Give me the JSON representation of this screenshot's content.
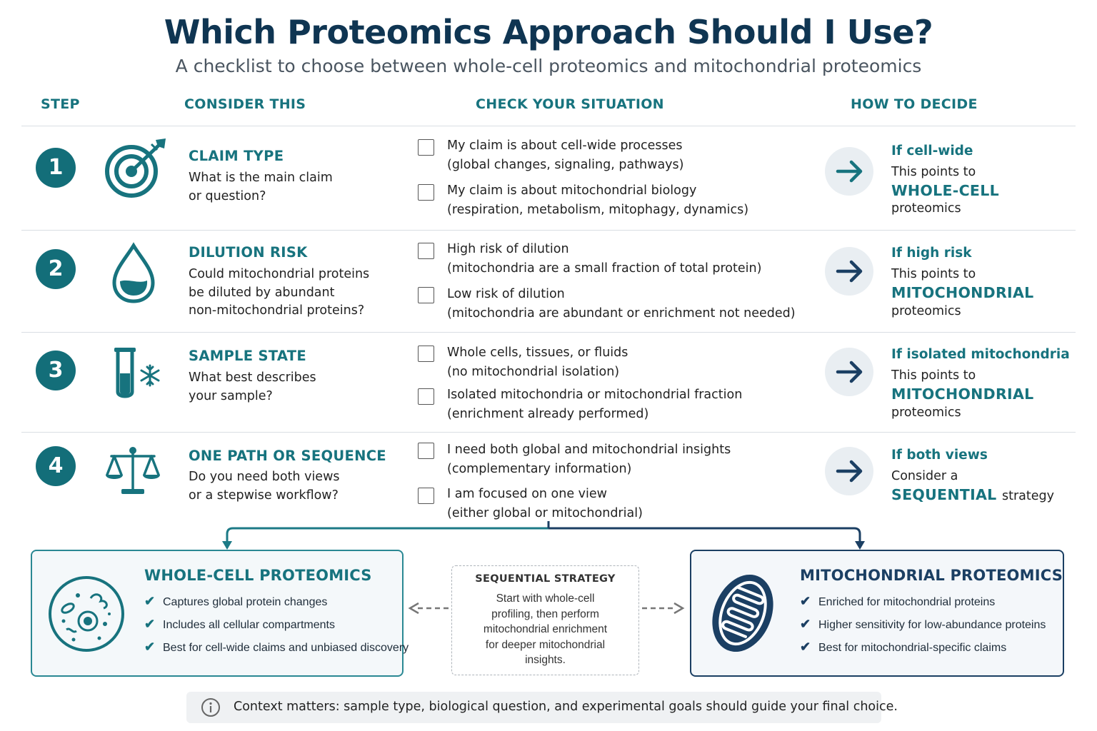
{
  "title": "Which Proteomics Approach Should I Use?",
  "subtitle": "A checklist to choose between whole-cell proteomics and mitochondrial proteomics",
  "headers": {
    "step": "STEP",
    "consider": "CONSIDER THIS",
    "check": "CHECK YOUR SITUATION",
    "decide": "HOW TO DECIDE"
  },
  "steps": [
    {
      "number": "1",
      "icon": "target-icon",
      "title": "CLAIM TYPE",
      "question_lines": [
        "What is the main claim",
        "or question?"
      ],
      "options": [
        {
          "line1": "My claim is about cell-wide processes",
          "line2": "(global changes, signaling, pathways)",
          "checked": false
        },
        {
          "line1": "My claim is about mitochondrial biology",
          "line2": "(respiration, metabolism, mitophagy, dynamics)",
          "checked": false
        }
      ],
      "decision": {
        "if": "If cell-wide",
        "points": "This points to",
        "result": "WHOLE-CELL",
        "suffix": "proteomics"
      }
    },
    {
      "number": "2",
      "icon": "droplet-icon",
      "title": "DILUTION RISK",
      "question_lines": [
        "Could mitochondrial proteins",
        "be diluted by abundant",
        "non-mitochondrial proteins?"
      ],
      "options": [
        {
          "line1": "High risk of dilution",
          "line2": "(mitochondria are a small fraction of total protein)",
          "checked": false
        },
        {
          "line1": "Low risk of dilution",
          "line2": "(mitochondria are abundant or enrichment not needed)",
          "checked": false
        }
      ],
      "decision": {
        "if": "If high risk",
        "points": "This points to",
        "result": "MITOCHONDRIAL",
        "suffix": "proteomics"
      }
    },
    {
      "number": "3",
      "icon": "test-tube-snowflake-icon",
      "title": "SAMPLE STATE",
      "question_lines": [
        "What best describes",
        "your sample?"
      ],
      "options": [
        {
          "line1": "Whole cells, tissues, or fluids",
          "line2": "(no mitochondrial isolation)",
          "checked": false
        },
        {
          "line1": "Isolated mitochondria or mitochondrial fraction",
          "line2": "(enrichment already performed)",
          "checked": false
        }
      ],
      "decision": {
        "if": "If isolated mitochondria",
        "points": "This points to",
        "result": "MITOCHONDRIAL",
        "suffix": "proteomics"
      }
    },
    {
      "number": "4",
      "icon": "balance-scale-icon",
      "title": "ONE PATH OR SEQUENCE",
      "question_lines": [
        "Do you need both views",
        "or a stepwise workflow?"
      ],
      "options": [
        {
          "line1": "I need both global and mitochondrial insights",
          "line2": "(complementary information)",
          "checked": false
        },
        {
          "line1": "I am focused on one view",
          "line2": "(either global or mitochondrial)",
          "checked": false
        }
      ],
      "decision": {
        "if": "If both views",
        "points": "Consider a",
        "result": "SEQUENTIAL",
        "suffix": "strategy"
      }
    }
  ],
  "whole_cell": {
    "title": "WHOLE-CELL PROTEOMICS",
    "icon": "cell-icon",
    "items": [
      "Captures global protein changes",
      "Includes all cellular compartments",
      "Best for cell-wide claims and unbiased discovery"
    ],
    "color": "#17737e"
  },
  "sequential": {
    "title": "SEQUENTIAL STRATEGY",
    "body_lines": [
      "Start with whole-cell",
      "profiling, then perform",
      "mitochondrial enrichment",
      "for deeper mitochondrial",
      "insights."
    ]
  },
  "mitochondrial": {
    "title": "MITOCHONDRIAL PROTEOMICS",
    "icon": "mitochondrion-icon",
    "items": [
      "Enriched for mitochondrial proteins",
      "Higher sensitivity for low-abundance proteins",
      "Best for mitochondrial-specific claims"
    ],
    "color": "#1b3f63"
  },
  "footer_note": "Context matters: sample type, biological question, and experimental goals should guide your final choice.",
  "colors": {
    "teal": "#136e79",
    "navy": "#1b3f63",
    "title": "#0f3552"
  }
}
